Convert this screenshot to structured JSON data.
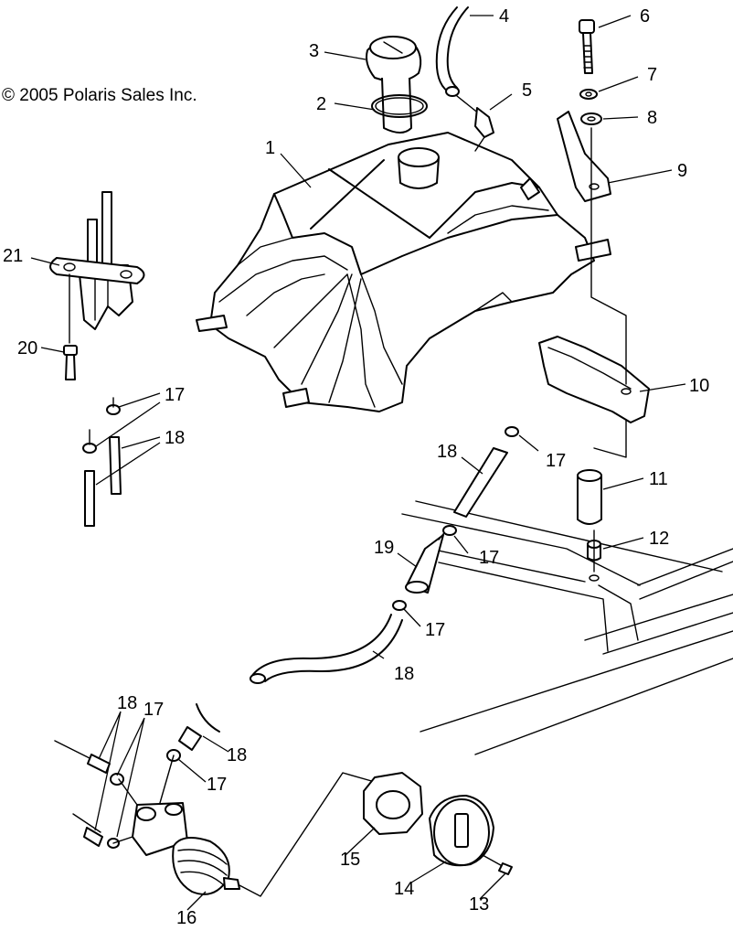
{
  "copyright": "© 2005 Polaris Sales Inc.",
  "callouts": {
    "c1": "1",
    "c2": "2",
    "c3": "3",
    "c4": "4",
    "c5": "5",
    "c6": "6",
    "c7": "7",
    "c8": "8",
    "c9": "9",
    "c10": "10",
    "c11": "11",
    "c12": "12",
    "c13": "13",
    "c14": "14",
    "c15": "15",
    "c16": "16",
    "c17a": "17",
    "c17b": "17",
    "c17c": "17",
    "c17d": "17",
    "c17e": "17",
    "c17f": "17",
    "c18a": "18",
    "c18b": "18",
    "c18c": "18",
    "c18d": "18",
    "c18e": "18",
    "c19": "19",
    "c20": "20",
    "c21": "21"
  }
}
